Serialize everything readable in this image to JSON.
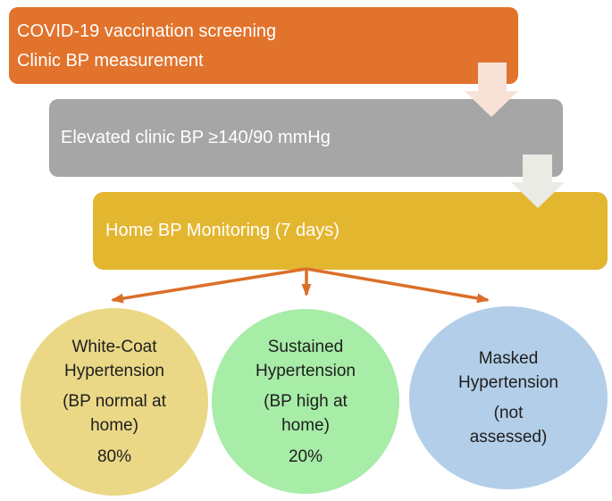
{
  "flow": {
    "screening_line1": "COVID-19 vaccination screening",
    "screening_line2": "Clinic BP measurement",
    "elevated": "Elevated clinic BP ≥140/90 mmHg",
    "hbpm": "Home BP Monitoring (7 days)"
  },
  "outcomes": [
    {
      "name": "white-coat-hypertension",
      "title_line1": "White-Coat",
      "title_line2": "Hypertension",
      "detail_line1": "(BP normal at",
      "detail_line2": "home)",
      "value": "80%"
    },
    {
      "name": "sustained-hypertension",
      "title_line1": "Sustained",
      "title_line2": "Hypertension",
      "detail_line1": "(BP high at",
      "detail_line2": "home)",
      "value": "20%"
    },
    {
      "name": "masked-hypertension",
      "title_line1": "Masked",
      "title_line2": "Hypertension",
      "detail_line1": "(not",
      "detail_line2": "assessed)"
    }
  ],
  "colors": {
    "screening_box_bg": "#E1732C",
    "elevated_box_bg": "#A6A6A6",
    "hbpm_box_bg": "#E3B62F",
    "arrow_screening_to_elevated": "#F8E2D8",
    "arrow_elevated_to_hbpm": "#EBEBE6",
    "branch_arrow": "#DB6F28",
    "whitecoat_circle_bg": "#EAD887",
    "sustained_circle_bg": "#A7ECA7",
    "masked_circle_bg": "#B3CEE8",
    "box_text": "#FFFFFF",
    "circle_text": "#1E1E1E"
  }
}
